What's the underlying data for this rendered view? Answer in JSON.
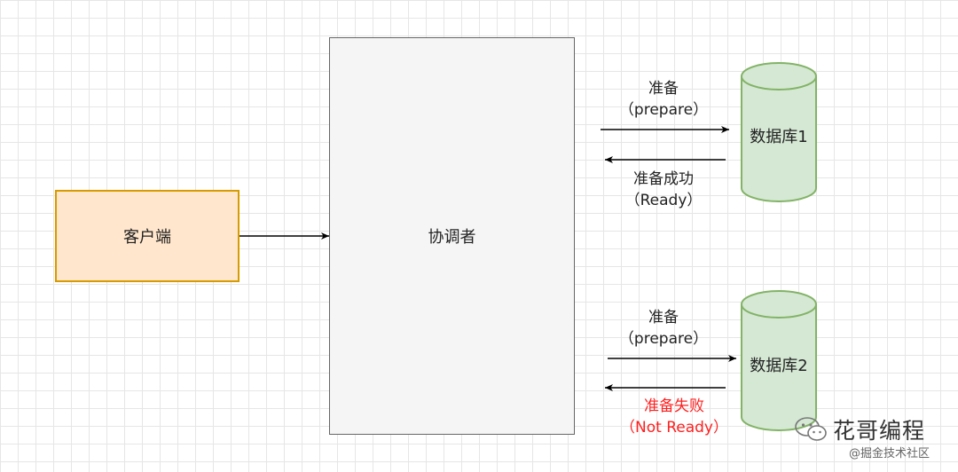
{
  "client": {
    "label": "客户端"
  },
  "coordinator": {
    "label": "协调者"
  },
  "db1": {
    "label": "数据库1",
    "request": {
      "line1": "准备",
      "line2": "（prepare）"
    },
    "response": {
      "line1": "准备成功",
      "line2": "（Ready）"
    }
  },
  "db2": {
    "label": "数据库2",
    "request": {
      "line1": "准备",
      "line2": "（prepare）"
    },
    "response": {
      "line1": "准备失败",
      "line2": "（Not Ready）"
    }
  },
  "watermark": {
    "title": "花哥编程",
    "subtitle": "@掘金技术社区",
    "icon": "wechat-icon"
  },
  "colors": {
    "client_fill": "#ffe6cc",
    "client_stroke": "#d79b00",
    "coordinator_fill": "#f5f5f5",
    "coordinator_stroke": "#666666",
    "db_fill": "#d5e8d4",
    "db_stroke": "#82b366",
    "failure_text": "#ff2020"
  }
}
